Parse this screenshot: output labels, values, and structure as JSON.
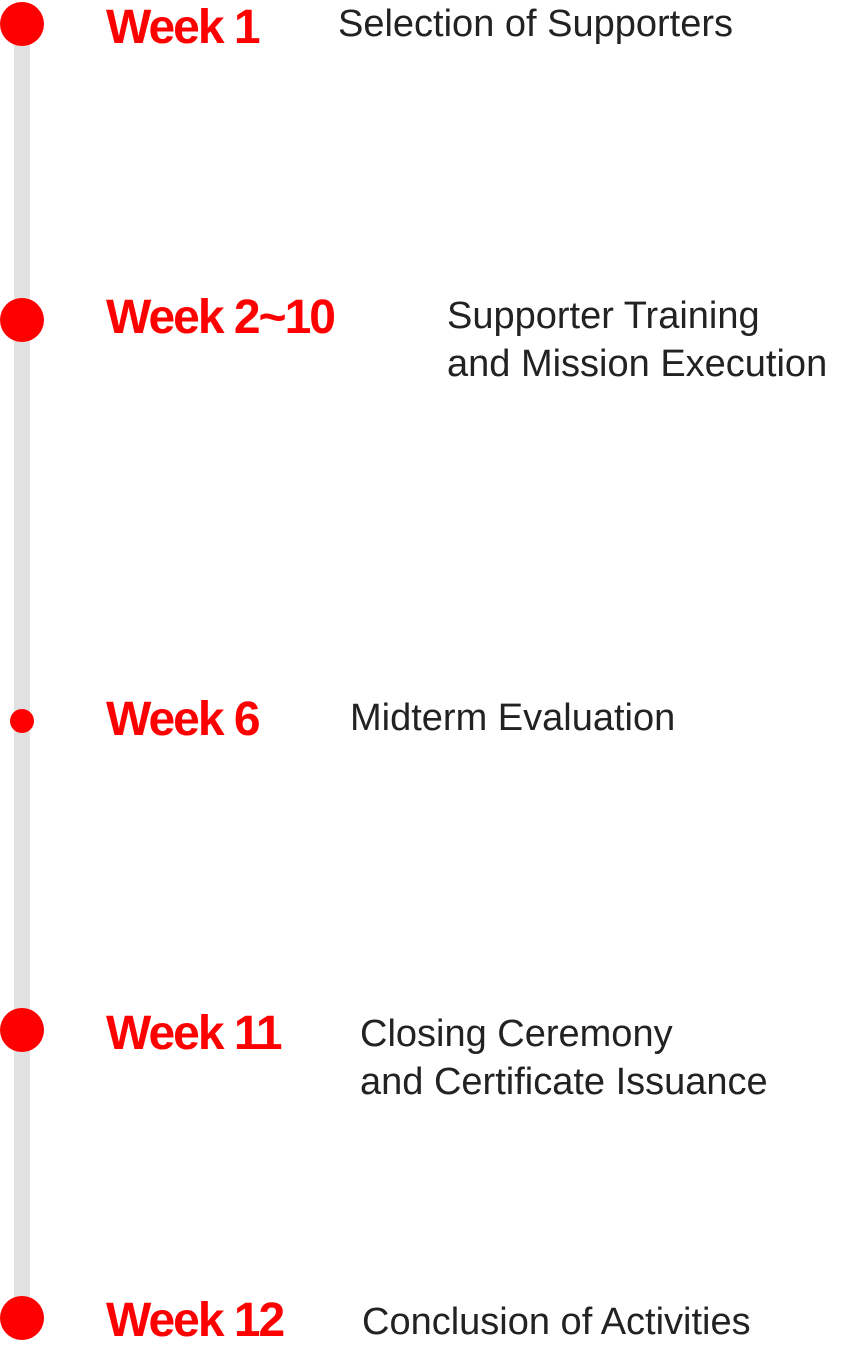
{
  "timeline": {
    "accent_color": "#ff0000",
    "line_color": "#e1e1e1",
    "events": [
      {
        "week": "Week 1",
        "lines": [
          "Selection of Supporters"
        ]
      },
      {
        "week": "Week 2~10",
        "lines": [
          "Supporter Training",
          "and Mission Execution"
        ]
      },
      {
        "week": "Week 6",
        "lines": [
          "Midterm Evaluation"
        ]
      },
      {
        "week": "Week 11",
        "lines": [
          "Closing Ceremony",
          "and Certificate Issuance"
        ]
      },
      {
        "week": "Week 12",
        "lines": [
          "Conclusion of Activities"
        ]
      }
    ]
  }
}
